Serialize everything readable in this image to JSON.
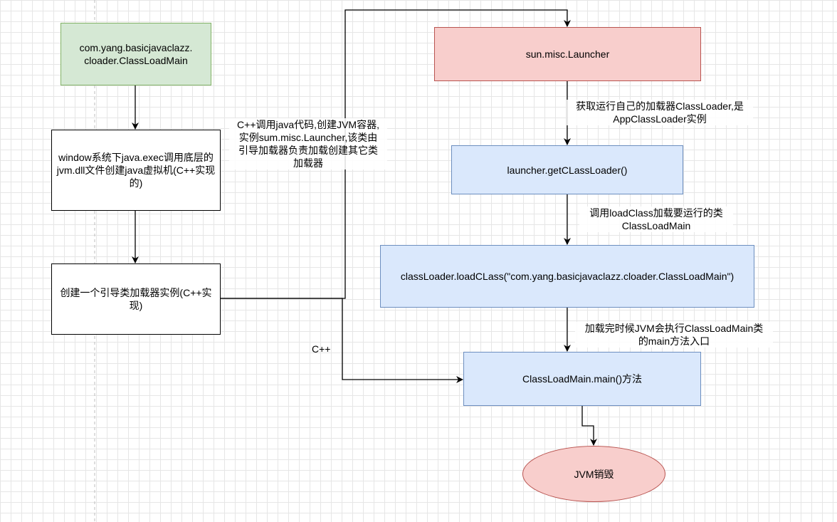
{
  "colors": {
    "green_fill": "#d5e8d4",
    "green_stroke": "#82b366",
    "red_fill": "#f8cecc",
    "red_stroke": "#b85450",
    "blue_fill": "#dae8fc",
    "blue_stroke": "#6c8ebf",
    "line": "#000000"
  },
  "nodes": {
    "main_class": "com.yang.basicjavaclazz.\ncloader.ClassLoadMain",
    "window_exec": "window系统下java.exec调用底层的jvm.dll文件创建java虚拟机(C++实现的)",
    "bootstrap": "创建一个引导类加载器实例(C++实现)",
    "launcher": "sun.misc.Launcher",
    "get_loader": "launcher.getCLassLoader()",
    "load_class": "classLoader.loadCLass(\"com.yang.basicjavaclazz.cloader.ClassLoadMain\")",
    "main_method": "ClassLoadMain.main()方法",
    "jvm_destroy": "JVM销毁"
  },
  "edge_labels": {
    "cpp_call": "C++调用java代码,创建JVM容器,\n实例sum.misc.Launcher,该类由\n引导加载器负责加载创建其它类\n加载器",
    "get_app_loader": "获取运行自己的加载器ClassLoader,是\nAppClassLoader实例",
    "call_load_class": "调用loadClass加载要运行的类\nClassLoadMain",
    "exec_main": "加载完时候JVM会执行ClassLoadMain类\n的main方法入口",
    "cpp": "C++"
  }
}
